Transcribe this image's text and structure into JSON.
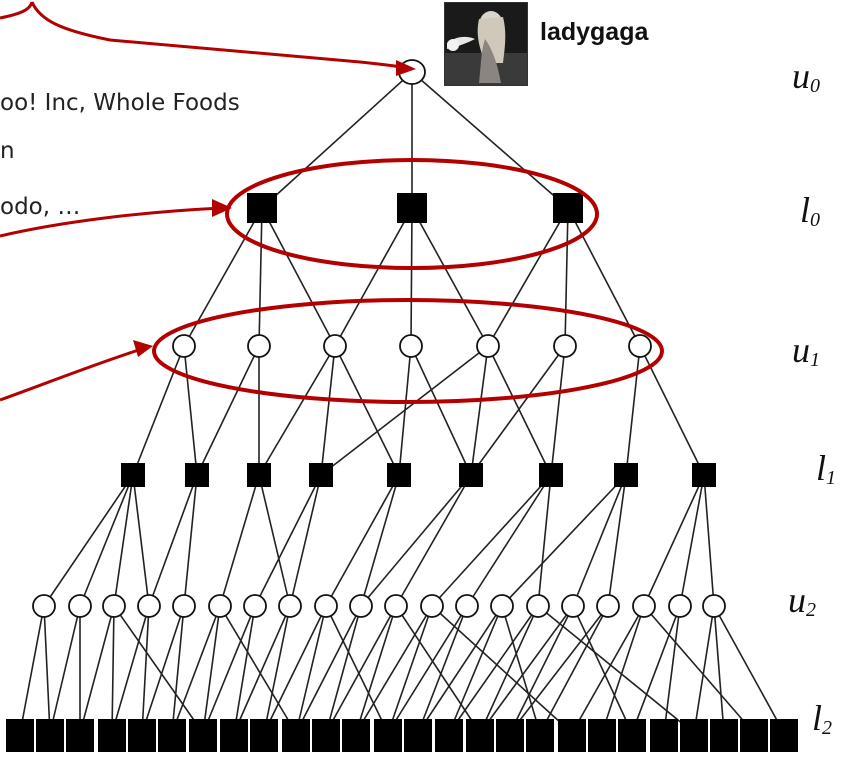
{
  "callouts": {
    "line1": "oo! Inc, Whole Foods",
    "line2": "n",
    "line3": "odo, …"
  },
  "user": {
    "name": "ladygaga",
    "avatar_icon": "user-photo-icon"
  },
  "levels": [
    {
      "letter": "u",
      "index": "0"
    },
    {
      "letter": "l",
      "index": "0"
    },
    {
      "letter": "u",
      "index": "1"
    },
    {
      "letter": "l",
      "index": "1"
    },
    {
      "letter": "u",
      "index": "2"
    },
    {
      "letter": "l",
      "index": "2"
    }
  ],
  "colors": {
    "highlight": "#b30000",
    "node_fill": "#000000",
    "user_node_fill": "#ffffff",
    "edge": "#222222"
  }
}
